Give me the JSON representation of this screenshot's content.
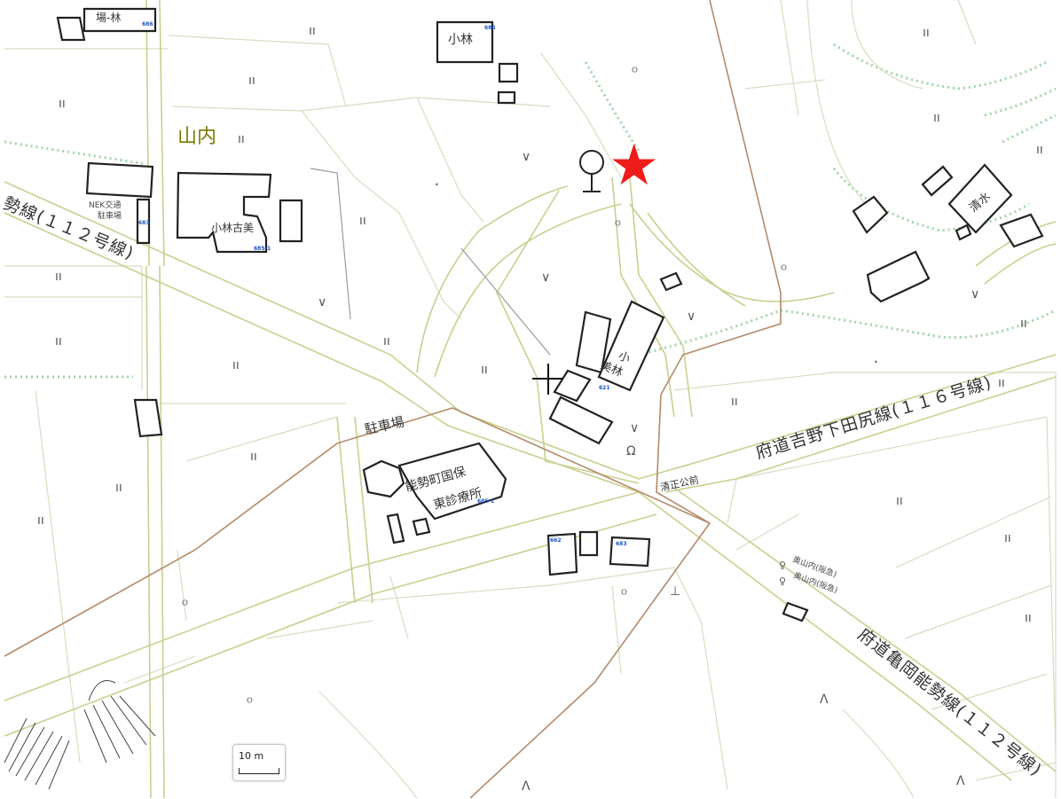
{
  "map": {
    "place_name": "山内",
    "roads": {
      "left_route": "勢線(１１２号線)",
      "right_route": "府道吉野下田尻線(１１６号線)",
      "bottom_route": "府道亀岡能勢線(１１２号線)"
    },
    "buildings": {
      "top_left_partial": "場-林",
      "kobayashi_top": "小林",
      "nek_transport": "NEK交通",
      "parking_small": "駐車場",
      "kobayashi_bijutsu": "小林古美",
      "kobayashi_right_1": "小",
      "kobayashi_right_2": "美林",
      "shimizu": "清水",
      "clinic_1": "能勢町国保",
      "clinic_2": "東診療所",
      "parking": "駐車場",
      "kiyomasa_park": "清正公前",
      "bus_stop_1": "奥山内(阪急)",
      "bus_stop_2": "奥山内(阪急)"
    },
    "house_codes": {
      "c1": "686",
      "c2": "686",
      "c3": "683",
      "c4": "685-1",
      "c5": "621",
      "c6": "685-1",
      "c7": "662",
      "c8": "683"
    },
    "marker_color": "#ef1c1c",
    "icons": [
      "red-star-marker",
      "shrine-symbol-icon",
      "crosshair-icon"
    ],
    "scale_label": "10 m"
  }
}
